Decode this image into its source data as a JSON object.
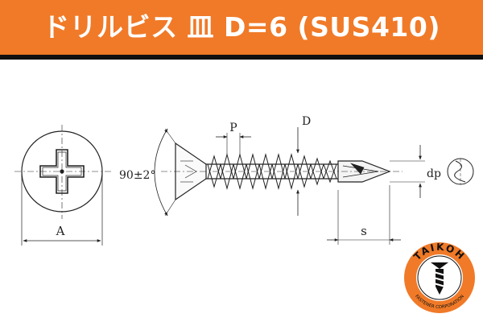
{
  "header": {
    "title": "ドリルビス 皿 D=6 (SUS410)",
    "background_color": "#f07a28",
    "underline_color": "#111111"
  },
  "diagram": {
    "labels": {
      "head_diameter": "A",
      "thread_pitch": "P",
      "thread_diameter": "D",
      "head_angle": "90±2°",
      "drill_point_diameter": "dp",
      "drill_length": "s"
    }
  },
  "logo": {
    "brand": "TAIKOH",
    "subtitle": "FASTENER CORPORATION",
    "ring_color": "#f07a28"
  }
}
